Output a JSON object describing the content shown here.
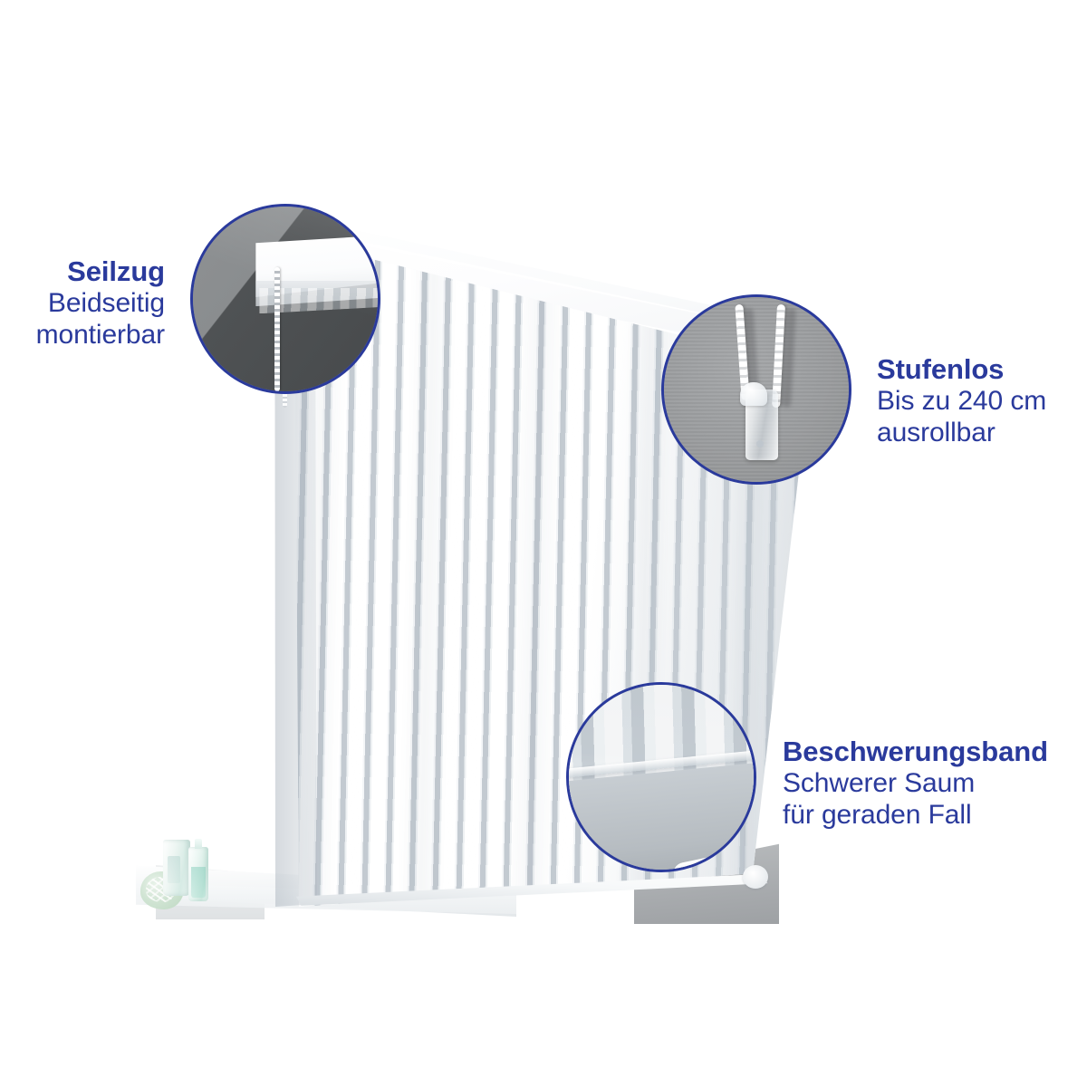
{
  "meta": {
    "language": "de",
    "product": "Rollo",
    "background_color": "#ffffff",
    "accent_color": "#2a3a9c"
  },
  "callouts": [
    {
      "id": "seilzug",
      "headline": "Seilzug",
      "lines": [
        "Beidseitig",
        "montierbar"
      ],
      "circle_image": "roller-blind-bracket-with-bead-chain-photo",
      "align": "right"
    },
    {
      "id": "stufenlos",
      "headline": "Stufenlos",
      "lines": [
        "Bis zu 240 cm",
        "ausrollbar"
      ],
      "circle_image": "bead-chain-with-clear-safety-connector-photo",
      "align": "left"
    },
    {
      "id": "beschwerungsband",
      "headline": "Beschwerungsband",
      "lines": [
        "Schwerer Saum",
        "für geraden Fall"
      ],
      "circle_image": "weighted-hem-band-closeup-photo",
      "align": "left"
    }
  ],
  "scene": {
    "subject": "striped-roller-blind",
    "fabric_pattern": "vertical-stripes",
    "fabric_colors": [
      "#ffffff",
      "#c3cad1"
    ],
    "props": [
      "loofah-sponge",
      "lotion-tube",
      "lotion-bottle",
      "bathtub-ledge"
    ]
  }
}
